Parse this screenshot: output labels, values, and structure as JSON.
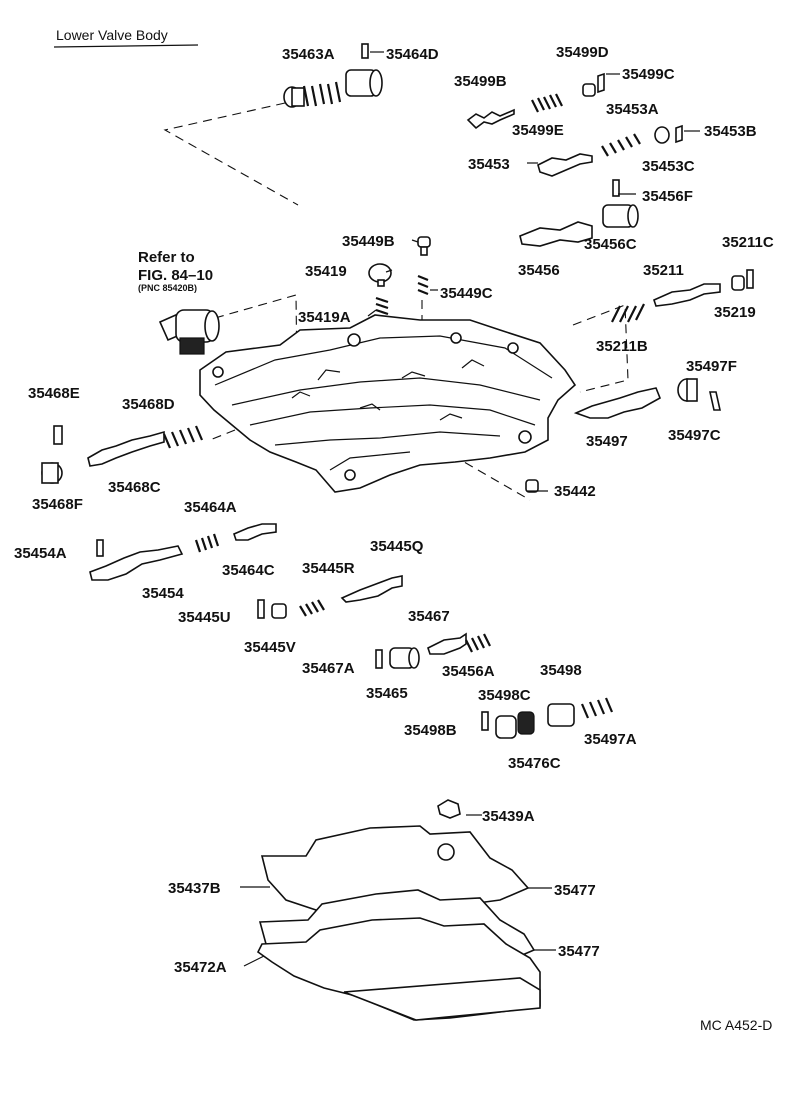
{
  "title": "Lower Valve Body",
  "reference": {
    "line1": "Refer to",
    "line2": "FIG. 84–10",
    "line3": "(PNC 85420B)"
  },
  "diagram_code": "MC A452-D",
  "parts": {
    "p35463A": "35463A",
    "p35464D": "35464D",
    "p35499D": "35499D",
    "p35499B": "35499B",
    "p35499C": "35499C",
    "p35499E": "35499E",
    "p35453A": "35453A",
    "p35453B": "35453B",
    "p35453": "35453",
    "p35453C": "35453C",
    "p35456F": "35456F",
    "p35449B": "35449B",
    "p35456C": "35456C",
    "p35211C": "35211C",
    "p35419": "35419",
    "p35456": "35456",
    "p35211": "35211",
    "p35449C": "35449C",
    "p35219": "35219",
    "p35419A": "35419A",
    "p35211B": "35211B",
    "p35497F": "35497F",
    "p35468E": "35468E",
    "p35468D": "35468D",
    "p35497": "35497",
    "p35497C": "35497C",
    "p35468C": "35468C",
    "p35442": "35442",
    "p35468F": "35468F",
    "p35464A": "35464A",
    "p35454A": "35454A",
    "p35464C": "35464C",
    "p35445Q": "35445Q",
    "p35454": "35454",
    "p35445R": "35445R",
    "p35445U": "35445U",
    "p35445V": "35445V",
    "p35467": "35467",
    "p35467A": "35467A",
    "p35456A": "35456A",
    "p35465": "35465",
    "p35498": "35498",
    "p35498C": "35498C",
    "p35498B": "35498B",
    "p35497A": "35497A",
    "p35476C": "35476C",
    "p35439A": "35439A",
    "p35437B": "35437B",
    "p35477a": "35477",
    "p35477b": "35477",
    "p35472A": "35472A"
  }
}
